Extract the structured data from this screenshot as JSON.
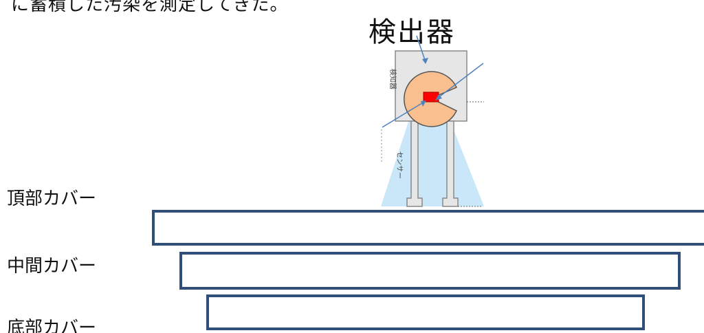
{
  "page": {
    "cut_off_text": "に蓄積した汚染を測定してきた。",
    "title": "検出器"
  },
  "detector": {
    "side_label": "検知器",
    "stem_label": "センサー"
  },
  "covers": {
    "top": "頂部カバー",
    "middle": "中間カバー",
    "bottom": "底部カバー"
  },
  "colors": {
    "frame_border": "#2f4f7a",
    "sensor_body": "#f9bf8f",
    "sensor_core": "#ff0000",
    "beam": "#bfe3f7",
    "arrow": "#4f81bd"
  }
}
